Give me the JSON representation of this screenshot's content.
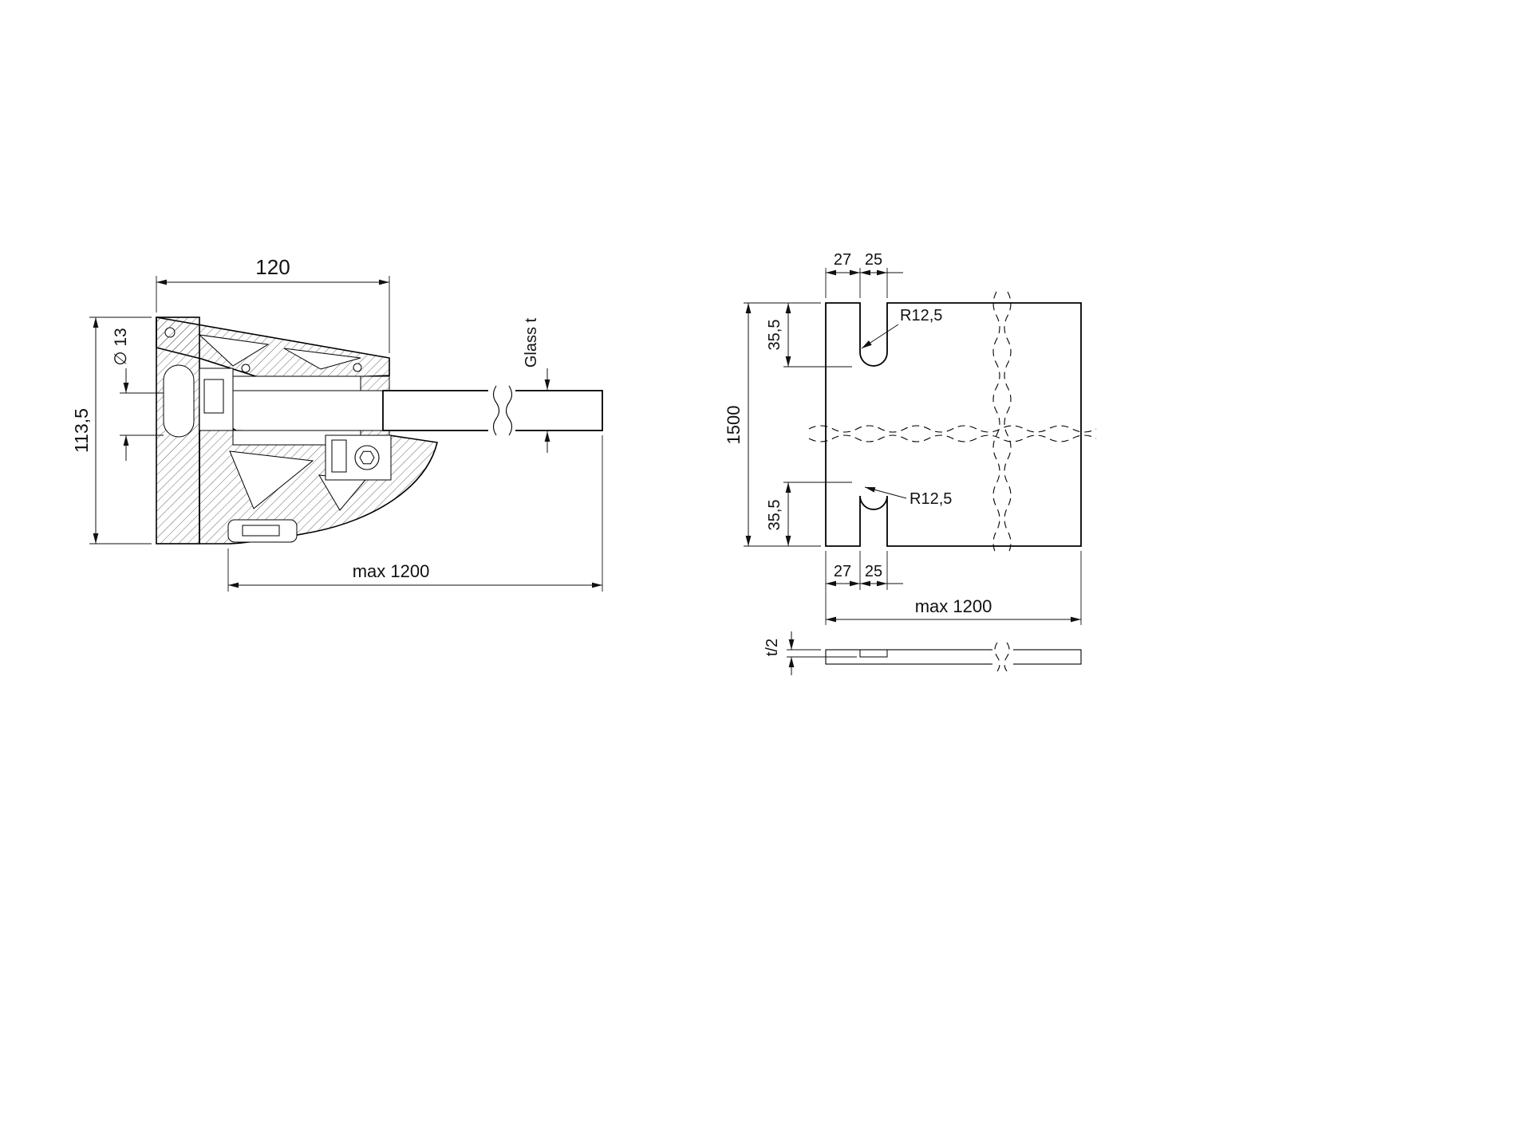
{
  "page": {
    "background": "#ffffff",
    "line_color": "#111111"
  },
  "section_view": {
    "dim_width": "120",
    "dim_height": "113,5",
    "dim_hole_diameter": "∅ 13",
    "dim_glass_thickness": "Glass t",
    "dim_max_length": "max 1200"
  },
  "elevation_view": {
    "dim_top_offset": "27",
    "dim_top_notch_width": "25",
    "dim_top_notch_depth": "35,5",
    "dim_top_radius": "R12,5",
    "dim_height": "1500",
    "dim_bottom_notch_depth": "35,5",
    "dim_bottom_radius": "R12,5",
    "dim_bottom_offset": "27",
    "dim_bottom_notch_width": "25",
    "dim_max_width": "max 1200"
  },
  "edge_view": {
    "dim_half_thickness": "t/2"
  }
}
